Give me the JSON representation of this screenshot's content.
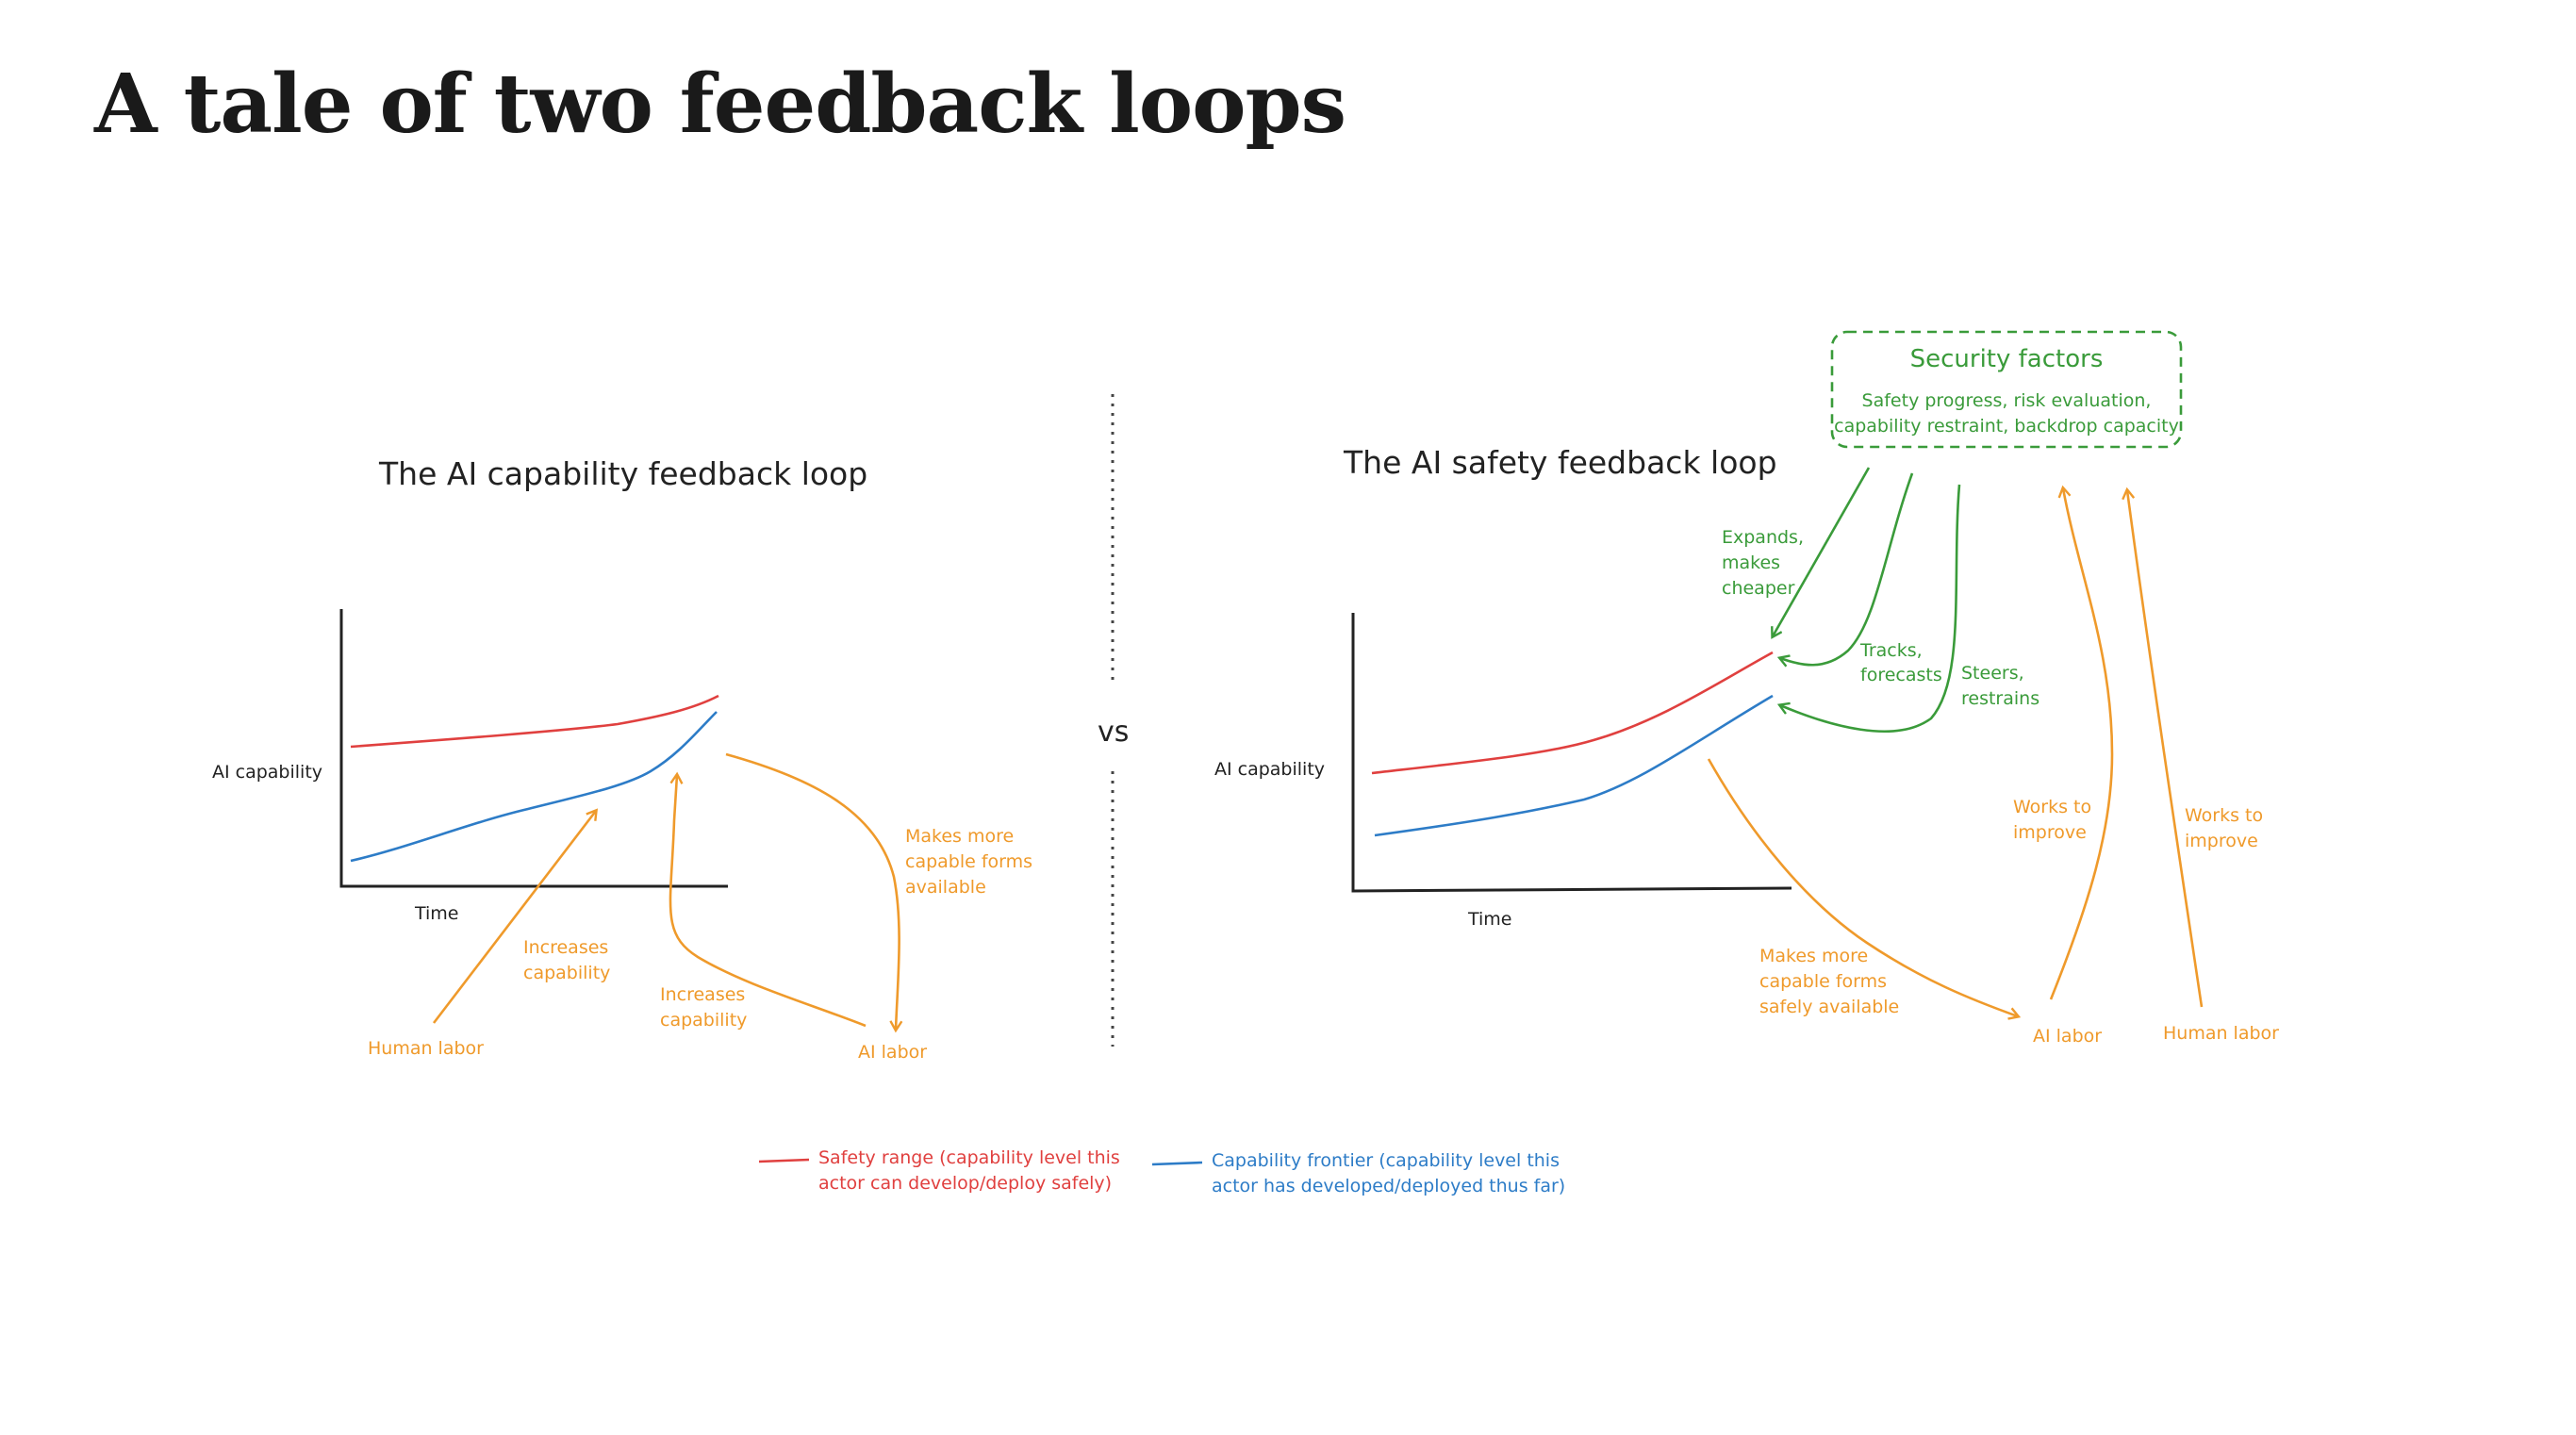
{
  "page_title": "A tale of two feedback loops",
  "vs_label": "vs",
  "left_diagram": {
    "heading": "The AI capability feedback loop",
    "y_axis_label": "AI capability",
    "x_axis_label": "Time",
    "human_labor": "Human labor",
    "increases_capability_1": [
      "Increases",
      "capability"
    ],
    "increases_capability_2": [
      "Increases",
      "capability"
    ],
    "makes_more_capable": [
      "Makes more",
      "capable forms",
      "available"
    ],
    "ai_labor": "AI labor"
  },
  "right_diagram": {
    "heading": "The AI safety feedback loop",
    "y_axis_label": "AI capability",
    "x_axis_label": "Time",
    "security_factors": {
      "title": "Security factors",
      "lines": [
        "Safety progress, risk evaluation,",
        "capability restraint, backdrop capacity"
      ]
    },
    "expands": [
      "Expands,",
      "makes",
      "cheaper"
    ],
    "tracks": [
      "Tracks,",
      "forecasts"
    ],
    "steers": [
      "Steers,",
      "restrains"
    ],
    "works_to_improve_1": [
      "Works to",
      "improve"
    ],
    "works_to_improve_2": [
      "Works to",
      "improve"
    ],
    "makes_more_safely": [
      "Makes more",
      "capable forms",
      "safely available"
    ],
    "ai_labor": "AI labor",
    "human_labor": "Human labor"
  },
  "legend": {
    "safety_range": [
      "Safety range (capability level this",
      "actor can develop/deploy safely)"
    ],
    "capability_frontier": [
      "Capability frontier (capability level this",
      "actor has developed/deployed thus far)"
    ]
  },
  "colors": {
    "red": "#e0403f",
    "blue": "#2d7cc7",
    "orange": "#ef9a2b",
    "green": "#3a9b3a"
  }
}
